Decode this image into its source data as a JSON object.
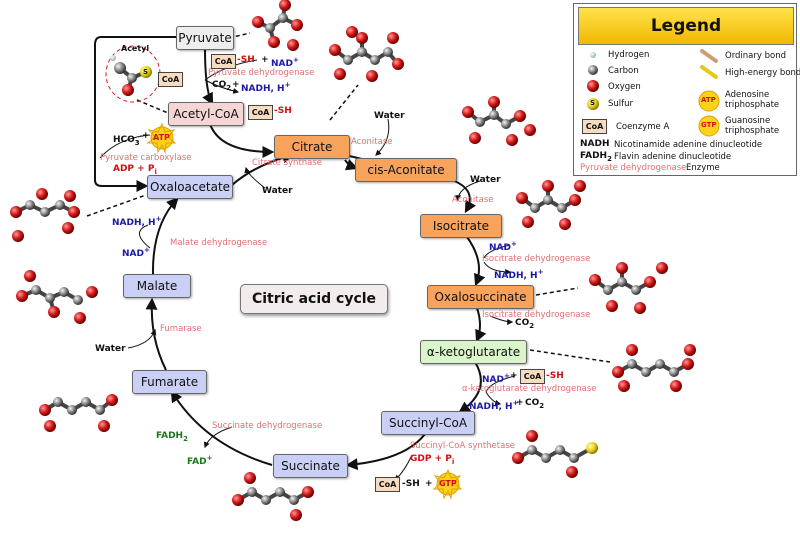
{
  "title": "Citric acid cycle",
  "nodes": {
    "pyruvate": "Pyruvate",
    "acetyl_coa": "Acetyl-CoA",
    "citrate": "Citrate",
    "cis_aconitate": "cis-Aconitate",
    "isocitrate": "Isocitrate",
    "oxalosuccinate": "Oxalosuccinate",
    "alpha_ketoglutarate": "α-ketoglutarate",
    "succinyl_coa": "Succinyl-CoA",
    "succinate": "Succinate",
    "fumarate": "Fumarate",
    "malate": "Malate",
    "oxaloacetate": "Oxaloacetate"
  },
  "enzymes": {
    "pyruvate_dehydrogenase": "Pyruvate dehydrogenase",
    "pyruvate_carboxylase": "Pyruvate carboxylase",
    "citrate_synthase": "Citrate synthase",
    "aconitase_1": "Aconitase",
    "aconitase_2": "Aconitase",
    "isocitrate_dehydrogenase_1": "Isocitrate dehydrogenase",
    "isocitrate_dehydrogenase_2": "Isocitrate dehydrogenase",
    "akg_dehydrogenase": "α-ketoglutarate dehydrogenase",
    "succinyl_coa_synthetase": "Succinyl-CoA synthetase",
    "succinate_dehydrogenase": "Succinate dehydrogenase",
    "fumarase": "Fumarase",
    "malate_dehydrogenase": "Malate dehydrogenase"
  },
  "cofactors": {
    "coa": "CoA",
    "sh": "-SH",
    "plus": "+",
    "nad_plus": "NAD",
    "sup_plus": "+",
    "nadh_h": "NADH, H",
    "co2": "CO",
    "sub_2": "2",
    "water": "Water",
    "hco3": "HCO",
    "sub_3": "3",
    "sup_minus": "-",
    "atp": "ATP",
    "adp_pi": "ADP + P",
    "sub_i": "i",
    "gdp_pi": "GDP + P",
    "gtp": "GTP",
    "fadh2": "FADH",
    "fad": "FAD",
    "fad_sup": "+",
    "acetyl": "Acetyl",
    "s_atom": "S"
  },
  "legend": {
    "title": "Legend",
    "hydrogen": "Hydrogen",
    "carbon": "Carbon",
    "oxygen": "Oxygen",
    "sulfur": "Sulfur",
    "sulfur_icon": "S",
    "ordinary_bond": "Ordinary bond",
    "high_energy_bond": "High-energy bond",
    "atp_icon": "ATP",
    "atp_desc_1": "Adenosine",
    "atp_desc_2": "triphosphate",
    "gtp_icon": "GTP",
    "gtp_desc_1": "Guanosine",
    "gtp_desc_2": "triphosphate",
    "coa_icon": "CoA",
    "coa_desc": "Coenzyme A",
    "nadh_key": "NADH",
    "nadh_desc": "Nicotinamide adenine dinucleotide",
    "fadh_key": "FADH",
    "fadh_sub": "2",
    "fadh_desc": "Flavin adenine dinucleotide",
    "enzyme_example": "Pyruvate dehydrogenase",
    "enzyme_desc": "Enzyme"
  },
  "colors": {
    "orange_box": "#f7a35c",
    "blue_box": "#c9cff5",
    "green_box": "#d9f5c9",
    "gray_box": "#eeeeee",
    "enzyme_text": "#e07070",
    "nad_text": "#1a1aa8",
    "fad_text": "#1a7a1a",
    "adp_text": "#d01010"
  }
}
